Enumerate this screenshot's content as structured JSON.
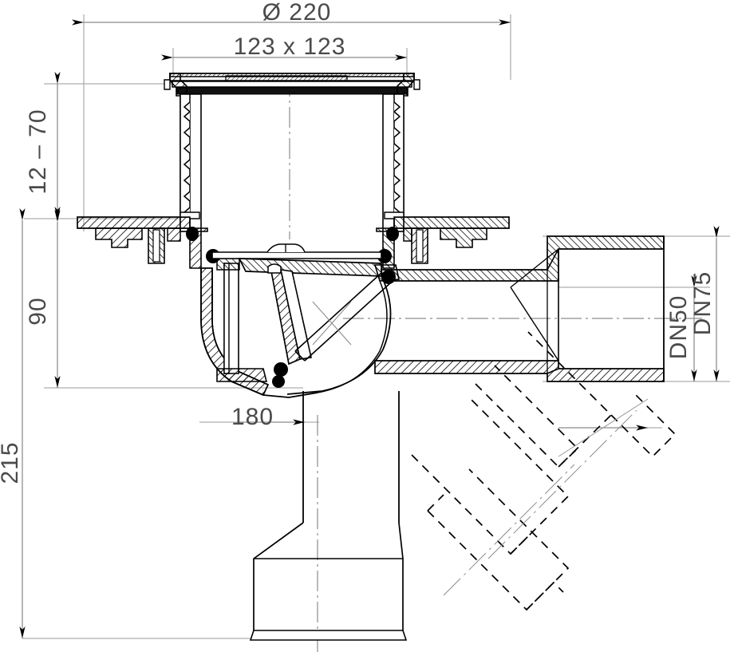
{
  "drawing": {
    "type": "technical-section-drawing",
    "subject": "Adjustable floor drain with trap, non-return flap and rotatable outlet",
    "background_color": "#ffffff",
    "line_color": "#000000",
    "dimension_line_color": "#808080",
    "dimension_text_color": "#4a4a4a"
  },
  "dimensions": {
    "outer_diameter": {
      "label": "Ø 220",
      "orientation": "horizontal",
      "position": "top"
    },
    "grate_size": {
      "label": "123 x 123",
      "orientation": "horizontal",
      "position": "top"
    },
    "adjustable_height": {
      "label": "12 – 70",
      "orientation": "vertical",
      "position": "left"
    },
    "body_height": {
      "label": "90",
      "orientation": "vertical",
      "position": "left"
    },
    "total_height": {
      "label": "215",
      "orientation": "vertical",
      "position": "far-left"
    },
    "outlet_offset": {
      "label": "180",
      "orientation": "horizontal",
      "position": "lower-center"
    },
    "outlet_nominal_small": {
      "label": "DN50",
      "orientation": "vertical",
      "position": "right"
    },
    "outlet_nominal_large": {
      "label": "DN75",
      "orientation": "vertical",
      "position": "far-right"
    }
  },
  "parts": {
    "grate_cover": "square-grate-cover",
    "telescopic_body": "ratcheted-telescopic-riser",
    "flange": "waterproofing-flange",
    "trap": "odour-trap-bowl",
    "flap_valve": "non-return-flap",
    "horizontal_outlet": "horizontal-outlet-pipe",
    "vertical_outlet": "vertical-outlet-spigot",
    "rotation_phantoms": "dashed-rotated-outlet-positions"
  }
}
